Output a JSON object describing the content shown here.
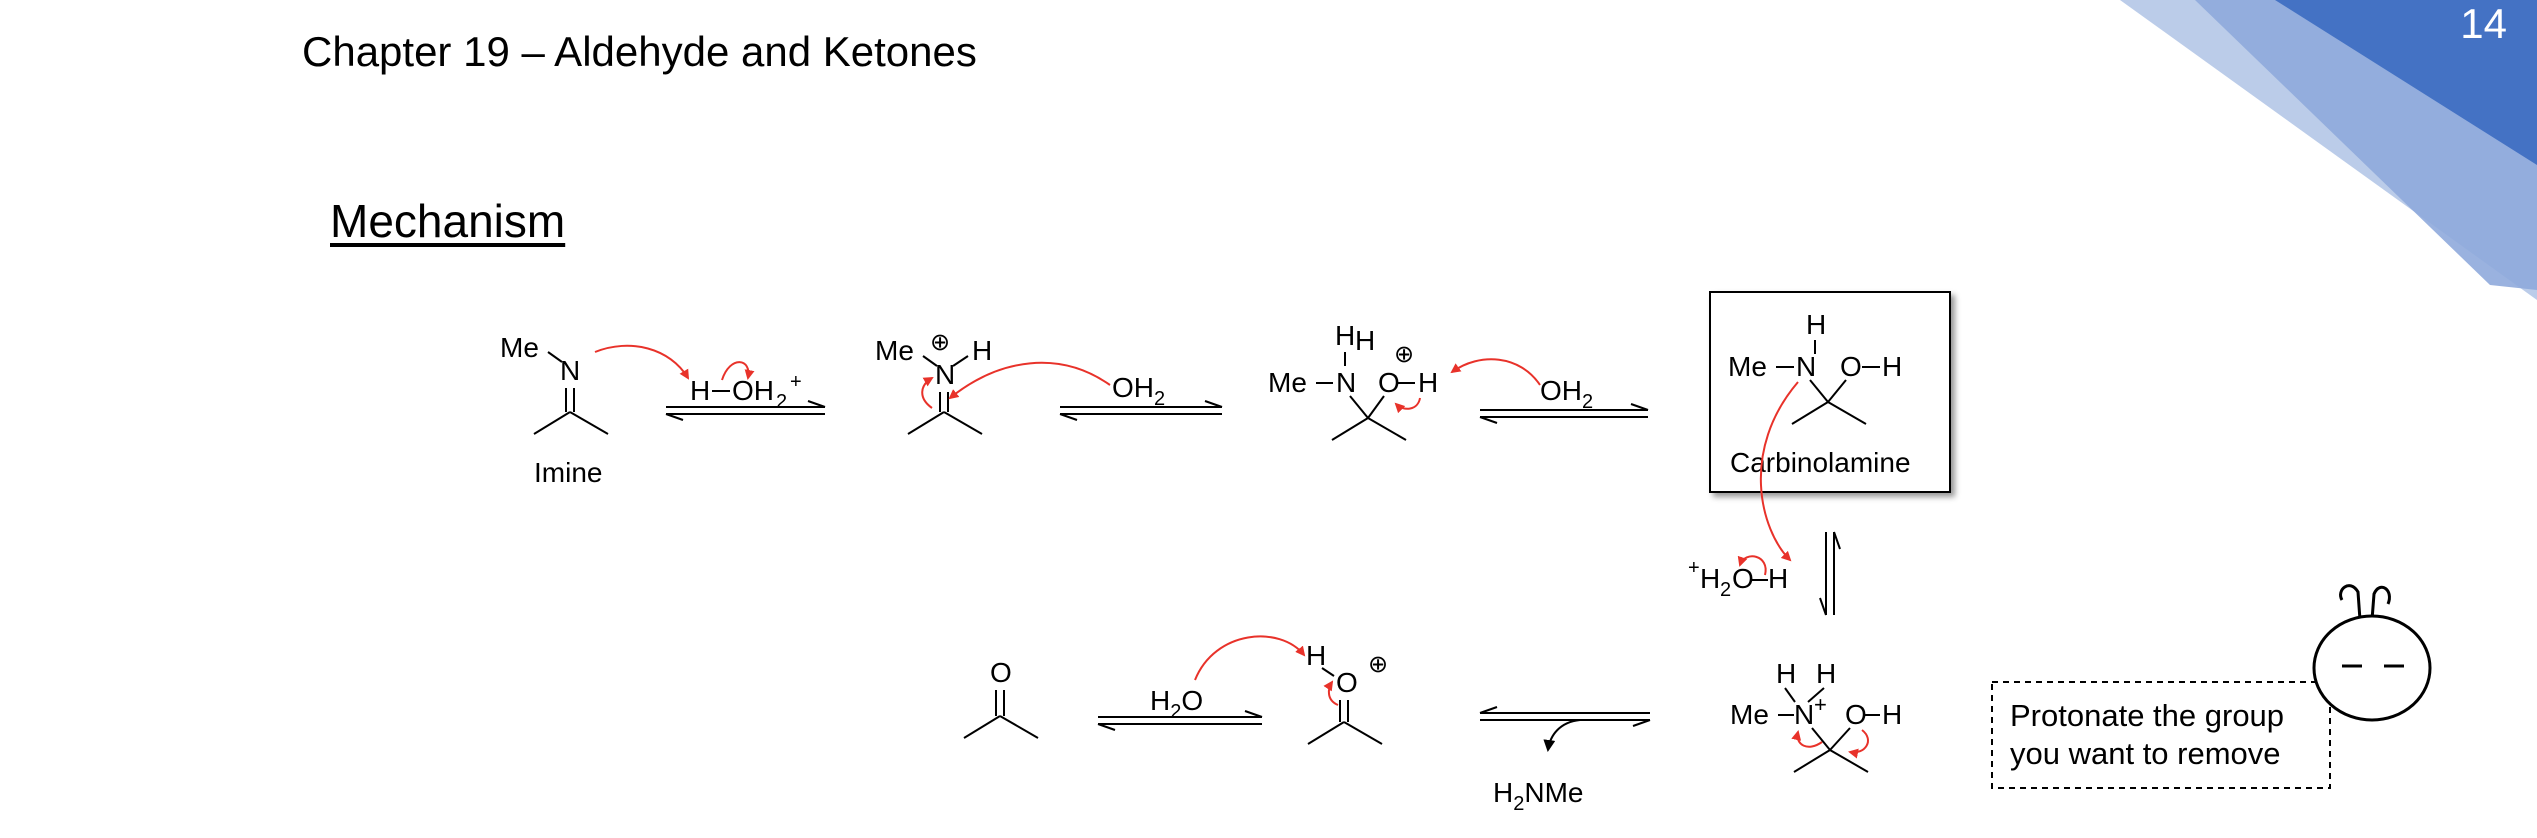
{
  "header": {
    "chapter_title": "Chapter 19 – Aldehyde and Ketones",
    "page_number": "14"
  },
  "section": {
    "heading": "Mechanism"
  },
  "mechanism": {
    "imine": {
      "substituent": "Me",
      "atom": "N",
      "label": "Imine"
    },
    "hydronium": {
      "h": "H",
      "oh": "OH",
      "sub": "2",
      "charge": "+"
    },
    "iminium": {
      "me": "Me",
      "n": "N",
      "h": "H",
      "charge": "⊕"
    },
    "water_1": {
      "text": "OH",
      "sub": "2"
    },
    "oxonium_intermediate": {
      "me": "Me",
      "n": "N",
      "h1": "H",
      "h2": "H",
      "o": "O",
      "oh": "H",
      "charge": "⊕"
    },
    "water_2": {
      "text": "OH",
      "sub": "2"
    },
    "carbinolamine": {
      "h": "H",
      "me_n": "Me",
      "n": "N",
      "o": "O",
      "oh": "H",
      "label": "Carbinolamine"
    },
    "hydronium_2": {
      "plus": "+",
      "h": "H",
      "sub": "2",
      "o": "O",
      "h2": "H"
    },
    "protonated_amine": {
      "h1": "H",
      "h2": "H",
      "me": "Me",
      "n": "N",
      "plus": "+",
      "o": "O",
      "oh": "H"
    },
    "leaving_group": {
      "h": "H",
      "sub": "2",
      "nme": "NMe"
    },
    "protonated_ketone": {
      "h": "H",
      "o": "O",
      "charge": "⊕"
    },
    "water_3": {
      "h": "H",
      "sub": "2",
      "o": "O"
    },
    "ketone": {
      "o": "O"
    },
    "note": {
      "line1": "Protonate the group",
      "line2": "you want to remove"
    }
  },
  "colors": {
    "accent_blue": "#4472c4",
    "accent_light_blue": "#8faadc",
    "arrow_red": "#e8322a",
    "text": "#000000"
  }
}
